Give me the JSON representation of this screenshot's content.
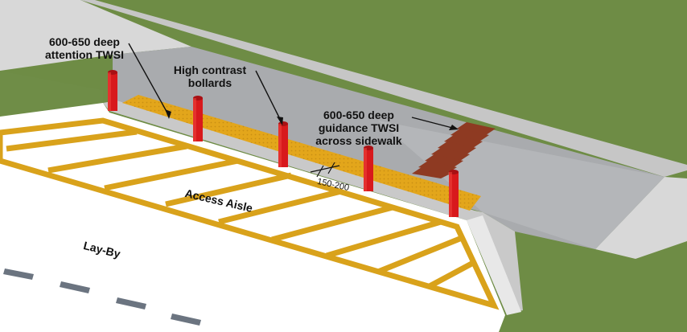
{
  "labels": {
    "attention_twsi": [
      "600-650 deep",
      "attention TWSI"
    ],
    "bollards": [
      "High contrast",
      "bollards"
    ],
    "guidance_twsi": [
      "600-650 deep",
      "guidance TWSI",
      "across sidewalk"
    ],
    "access_aisle": "Access Aisle",
    "lay_by": "Lay-By",
    "dimension": "150-200"
  },
  "colors": {
    "grass": "#6e8c45",
    "sidewalk": "#d7d7d7",
    "platform": "#a9abae",
    "tactile_attention": "#e3a61b",
    "tactile_guidance": "#8e3a22",
    "bollard": "#d8191c",
    "aisle_line": "#d9a21b",
    "road": "#ffffff",
    "dash": "#6b7480"
  }
}
